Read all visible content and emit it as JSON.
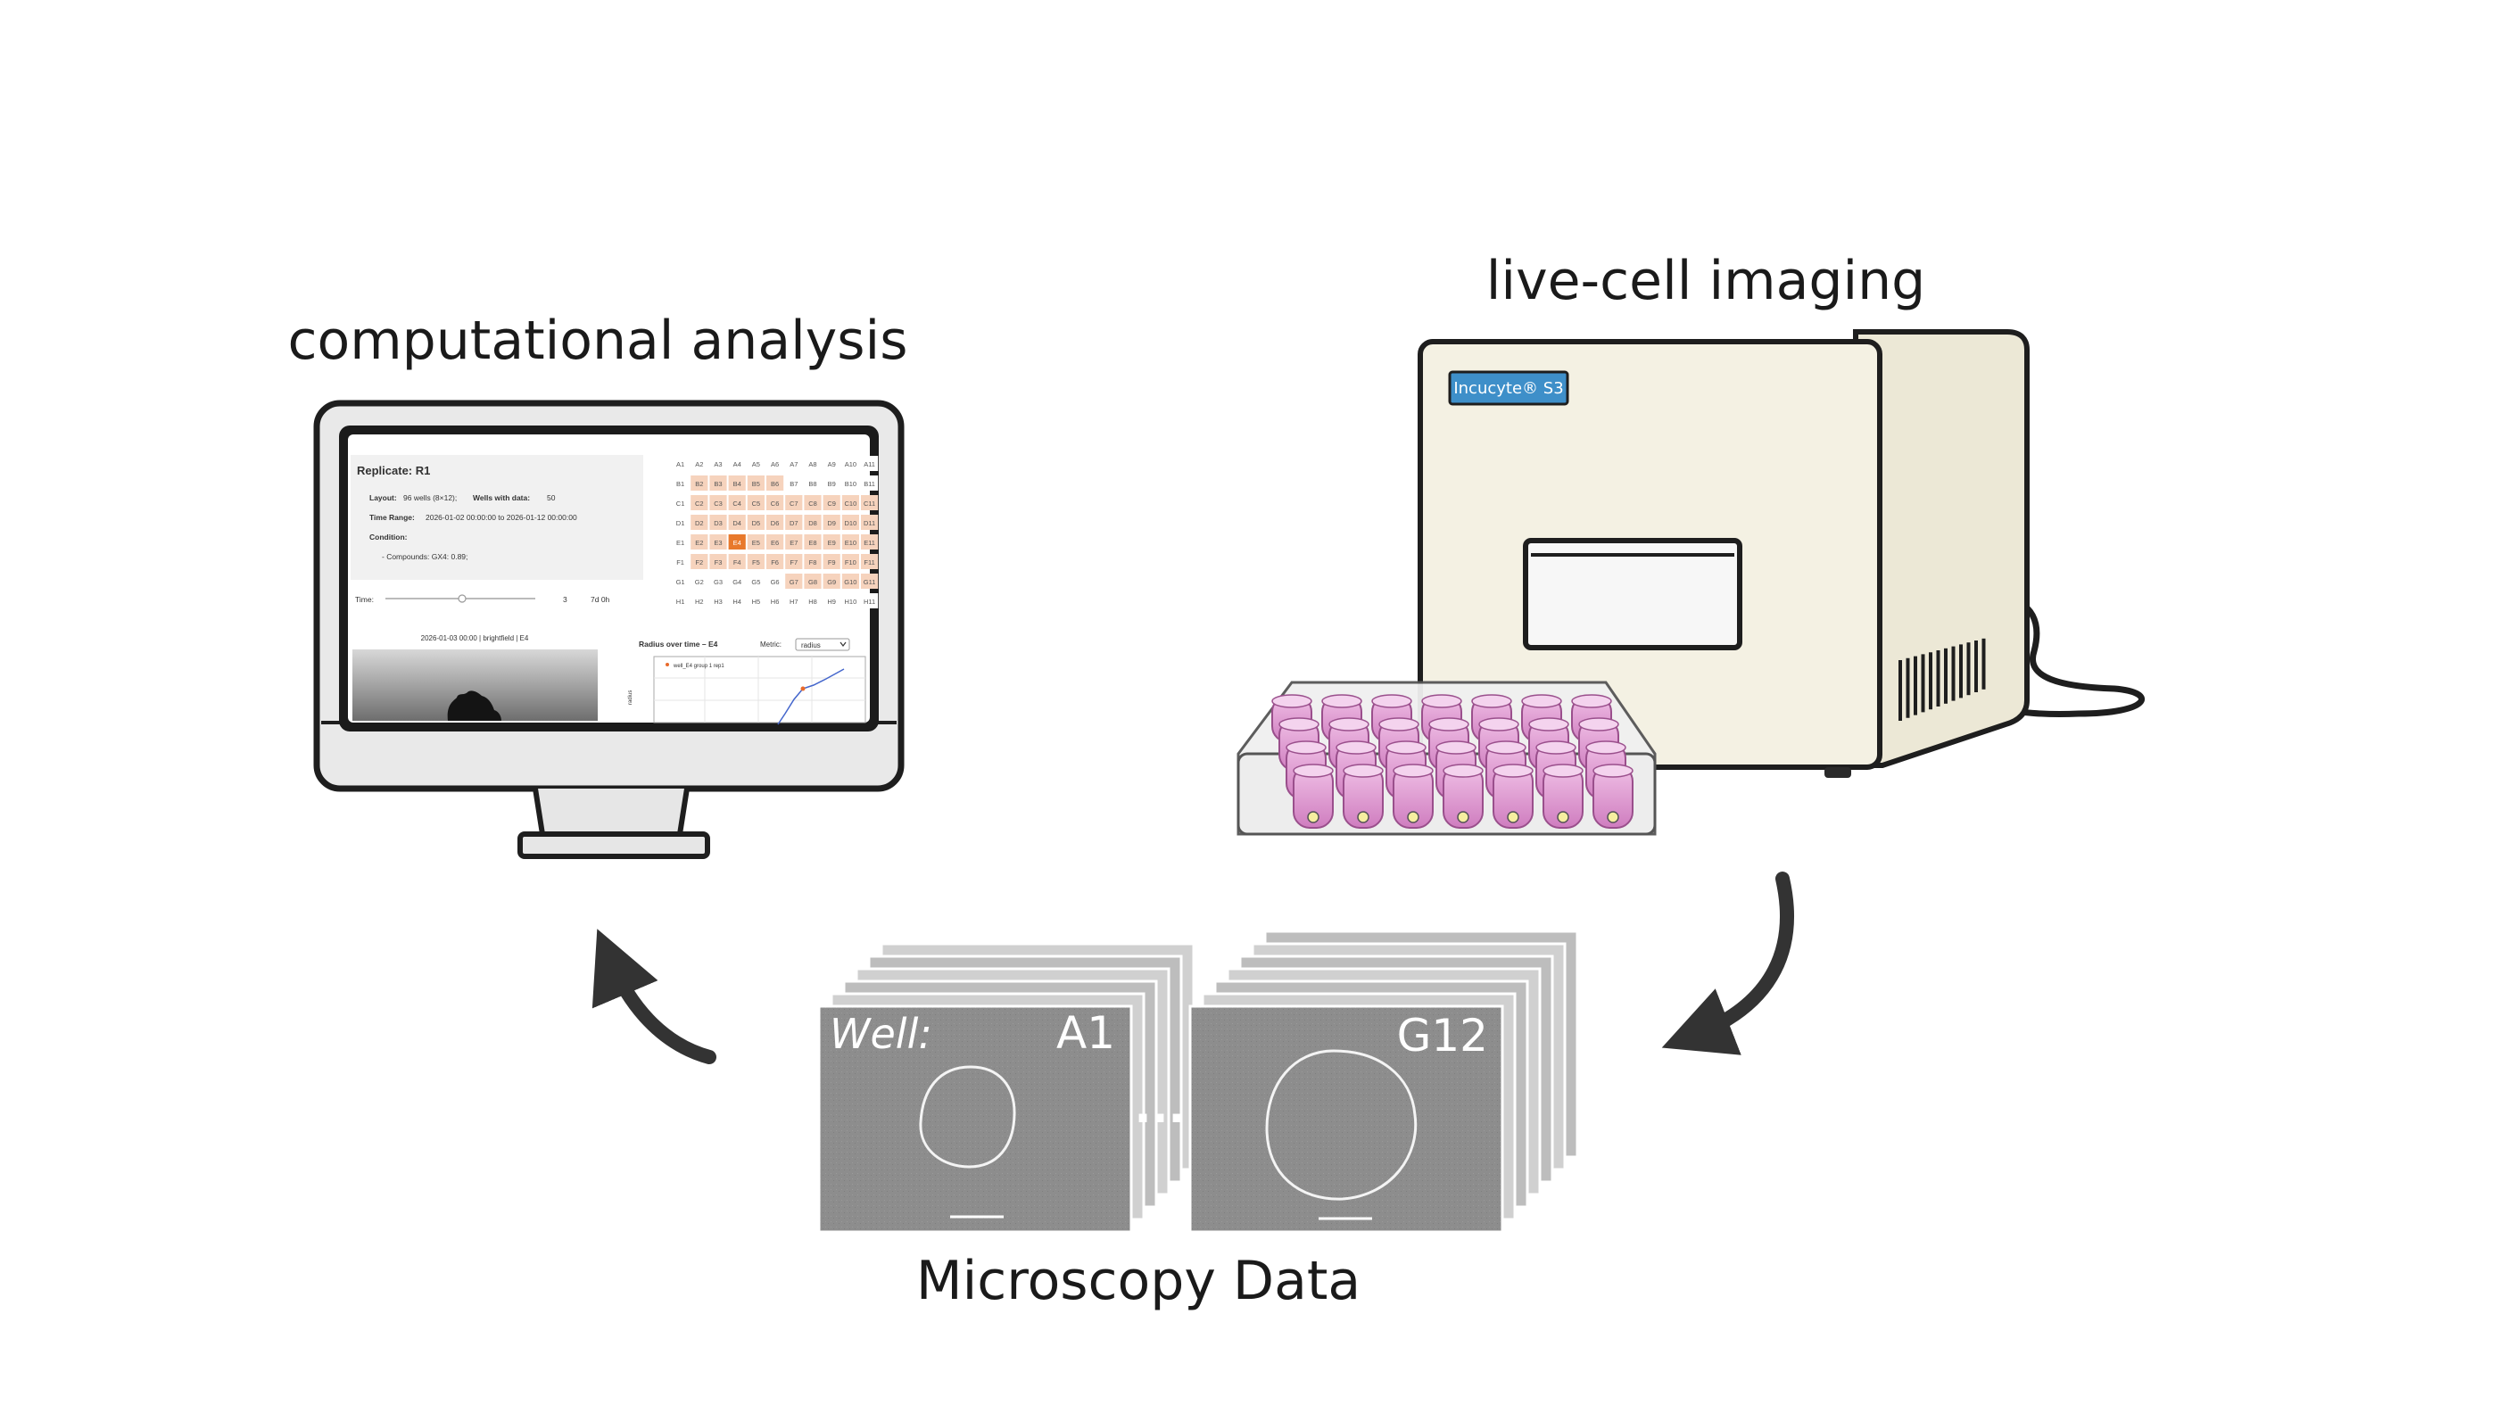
{
  "labels": {
    "computational": "computational analysis",
    "imaging": "live-cell imaging",
    "microscopy": "Microscopy Data"
  },
  "instrument": {
    "brand": "Incucyte® S3"
  },
  "frames": {
    "well_prefix": "Well:",
    "first_well": "A1",
    "last_well": "G12",
    "ellipsis": "..."
  },
  "screen": {
    "replicate": "Replicate: R1",
    "layout_key": "Layout:",
    "layout_val": "96 wells (8×12);",
    "wells_key": "Wells with data:",
    "wells_val": "50",
    "time_key": "Time Range:",
    "time_val": "2026-01-02 00:00:00 to 2026-01-12 00:00:00",
    "condition_key": "Condition:",
    "compounds": "- Compounds: GX4: 0.89;",
    "time_label": "Time:",
    "time_value": "3",
    "time_end": "7d 0h",
    "image_caption": "2026-01-03 00:00 | brightfield | E4",
    "plot_title": "Radius over time – E4",
    "metric_label": "Metric:",
    "metric_value": "radius",
    "plot_legend": "well_E4 group 1 rep1",
    "plot_ylabel": "radius"
  },
  "plate_grid": {
    "rows": [
      "A",
      "B",
      "C",
      "D",
      "E",
      "F",
      "G",
      "H"
    ],
    "columns": [
      "1",
      "2",
      "3",
      "4",
      "5",
      "6",
      "7",
      "8",
      "9",
      "10",
      "11"
    ]
  },
  "colors": {
    "arrow": "#333333",
    "well_pink": "#d98bc9",
    "instrument_body": "#f4f1e3",
    "grid_active": "#f6d3bd",
    "grid_selected": "#e8792c",
    "brand_badge": "#3e8fc9"
  }
}
